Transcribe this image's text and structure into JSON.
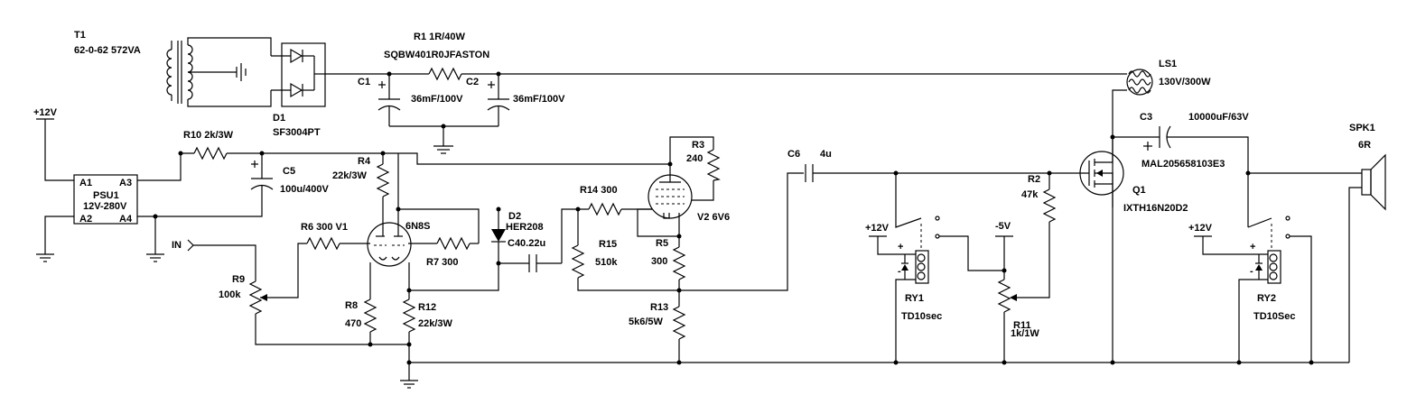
{
  "labels": {
    "t1_ref": "T1",
    "t1_val": "62-0-62 572VA",
    "r1_ref": "R1  1R/40W",
    "r1_val": "SQBW401R0JFASTON",
    "d1_ref": "D1",
    "d1_val": "SF3004PT",
    "c1_ref": "C1",
    "c1_val": "36mF/100V",
    "c2_ref": "C2",
    "c2_val": "36mF/100V",
    "ls1_ref": "LS1",
    "ls1_val": "130V/300W",
    "c3_ref": "C3",
    "c3_val": "10000uF/63V",
    "c3_part": "MAL205658103E3",
    "spk1_ref": "SPK1",
    "spk1_val": "6R",
    "q1_ref": "Q1",
    "q1_val": "IXTH16N20D2",
    "plus12_a": "+12V",
    "psu1_ref": "PSU1",
    "psu1_val": "12V-280V",
    "pin_a1": "A1",
    "pin_a2": "A2",
    "pin_a3": "A3",
    "pin_a4": "A4",
    "r10": "R10  2k/3W",
    "c5_ref": "C5",
    "c5_val": "100u/400V",
    "r4_ref": "R4",
    "r4_val": "22k/3W",
    "v1_label": "R6    300  V1",
    "v1_type": "6N8S",
    "in": "IN",
    "r9_ref": "R9",
    "r9_val": "100k",
    "r7": "R7    300",
    "r8_ref": "R8",
    "r8_val": "470",
    "r12_ref": "R12",
    "r12_val": "22k/3W",
    "d2_ref": "D2",
    "d2_val": "HER208",
    "c4": "C40.22u",
    "r14": "R14  300",
    "r15_ref": "R15",
    "r15_val": "510k",
    "r3_ref": "R3",
    "r3_val": "240",
    "v2": "V2 6V6",
    "r5_ref": "R5",
    "r5_val": "300",
    "r13_ref": "R13",
    "r13_val": "5k6/5W",
    "c6_ref": "C6",
    "c6_val": "4u",
    "r2_ref": "R2",
    "r2_val": "47k",
    "plus12_b": "+12V",
    "minus5": "-5V",
    "ry1_ref": "RY1",
    "ry1_val": "TD10sec",
    "r11_ref": "R11",
    "r11_val": "1k/1W",
    "plus12_c": "+12V",
    "ry2_ref": "RY2",
    "ry2_val": "TD10Sec",
    "plus": "+",
    "minus": "-"
  }
}
